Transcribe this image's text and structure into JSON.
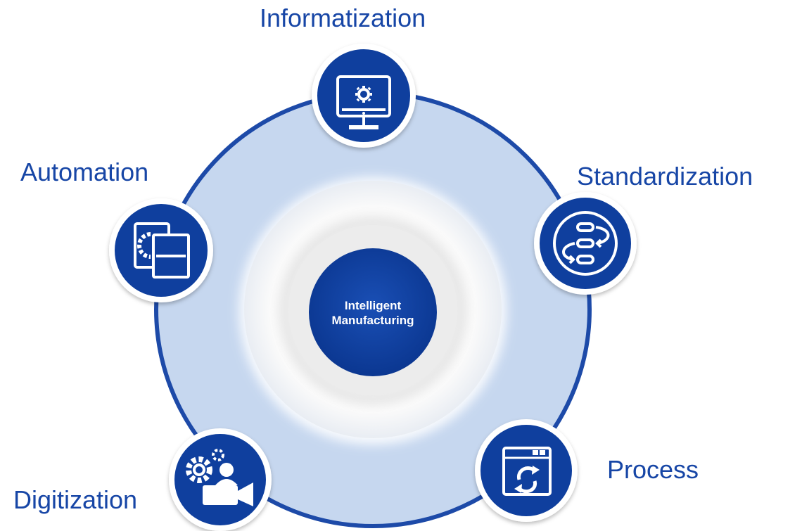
{
  "center": {
    "line1": "Intelligent",
    "line2": "Manufacturing"
  },
  "nodes": [
    {
      "label": "Informatization",
      "icon": "monitor-gear-icon"
    },
    {
      "label": "Standardization",
      "icon": "process-flow-icon"
    },
    {
      "label": "Process",
      "icon": "window-sync-icon"
    },
    {
      "label": "Digitization",
      "icon": "gears-user-camera-icon"
    },
    {
      "label": "Automation",
      "icon": "windows-gear-icon"
    }
  ],
  "colors": {
    "primary": "#0f3f9e",
    "ring_fill": "#c6d7ef",
    "ring_stroke": "#1d4aa8",
    "label_text": "#1746a6",
    "white": "#ffffff"
  }
}
